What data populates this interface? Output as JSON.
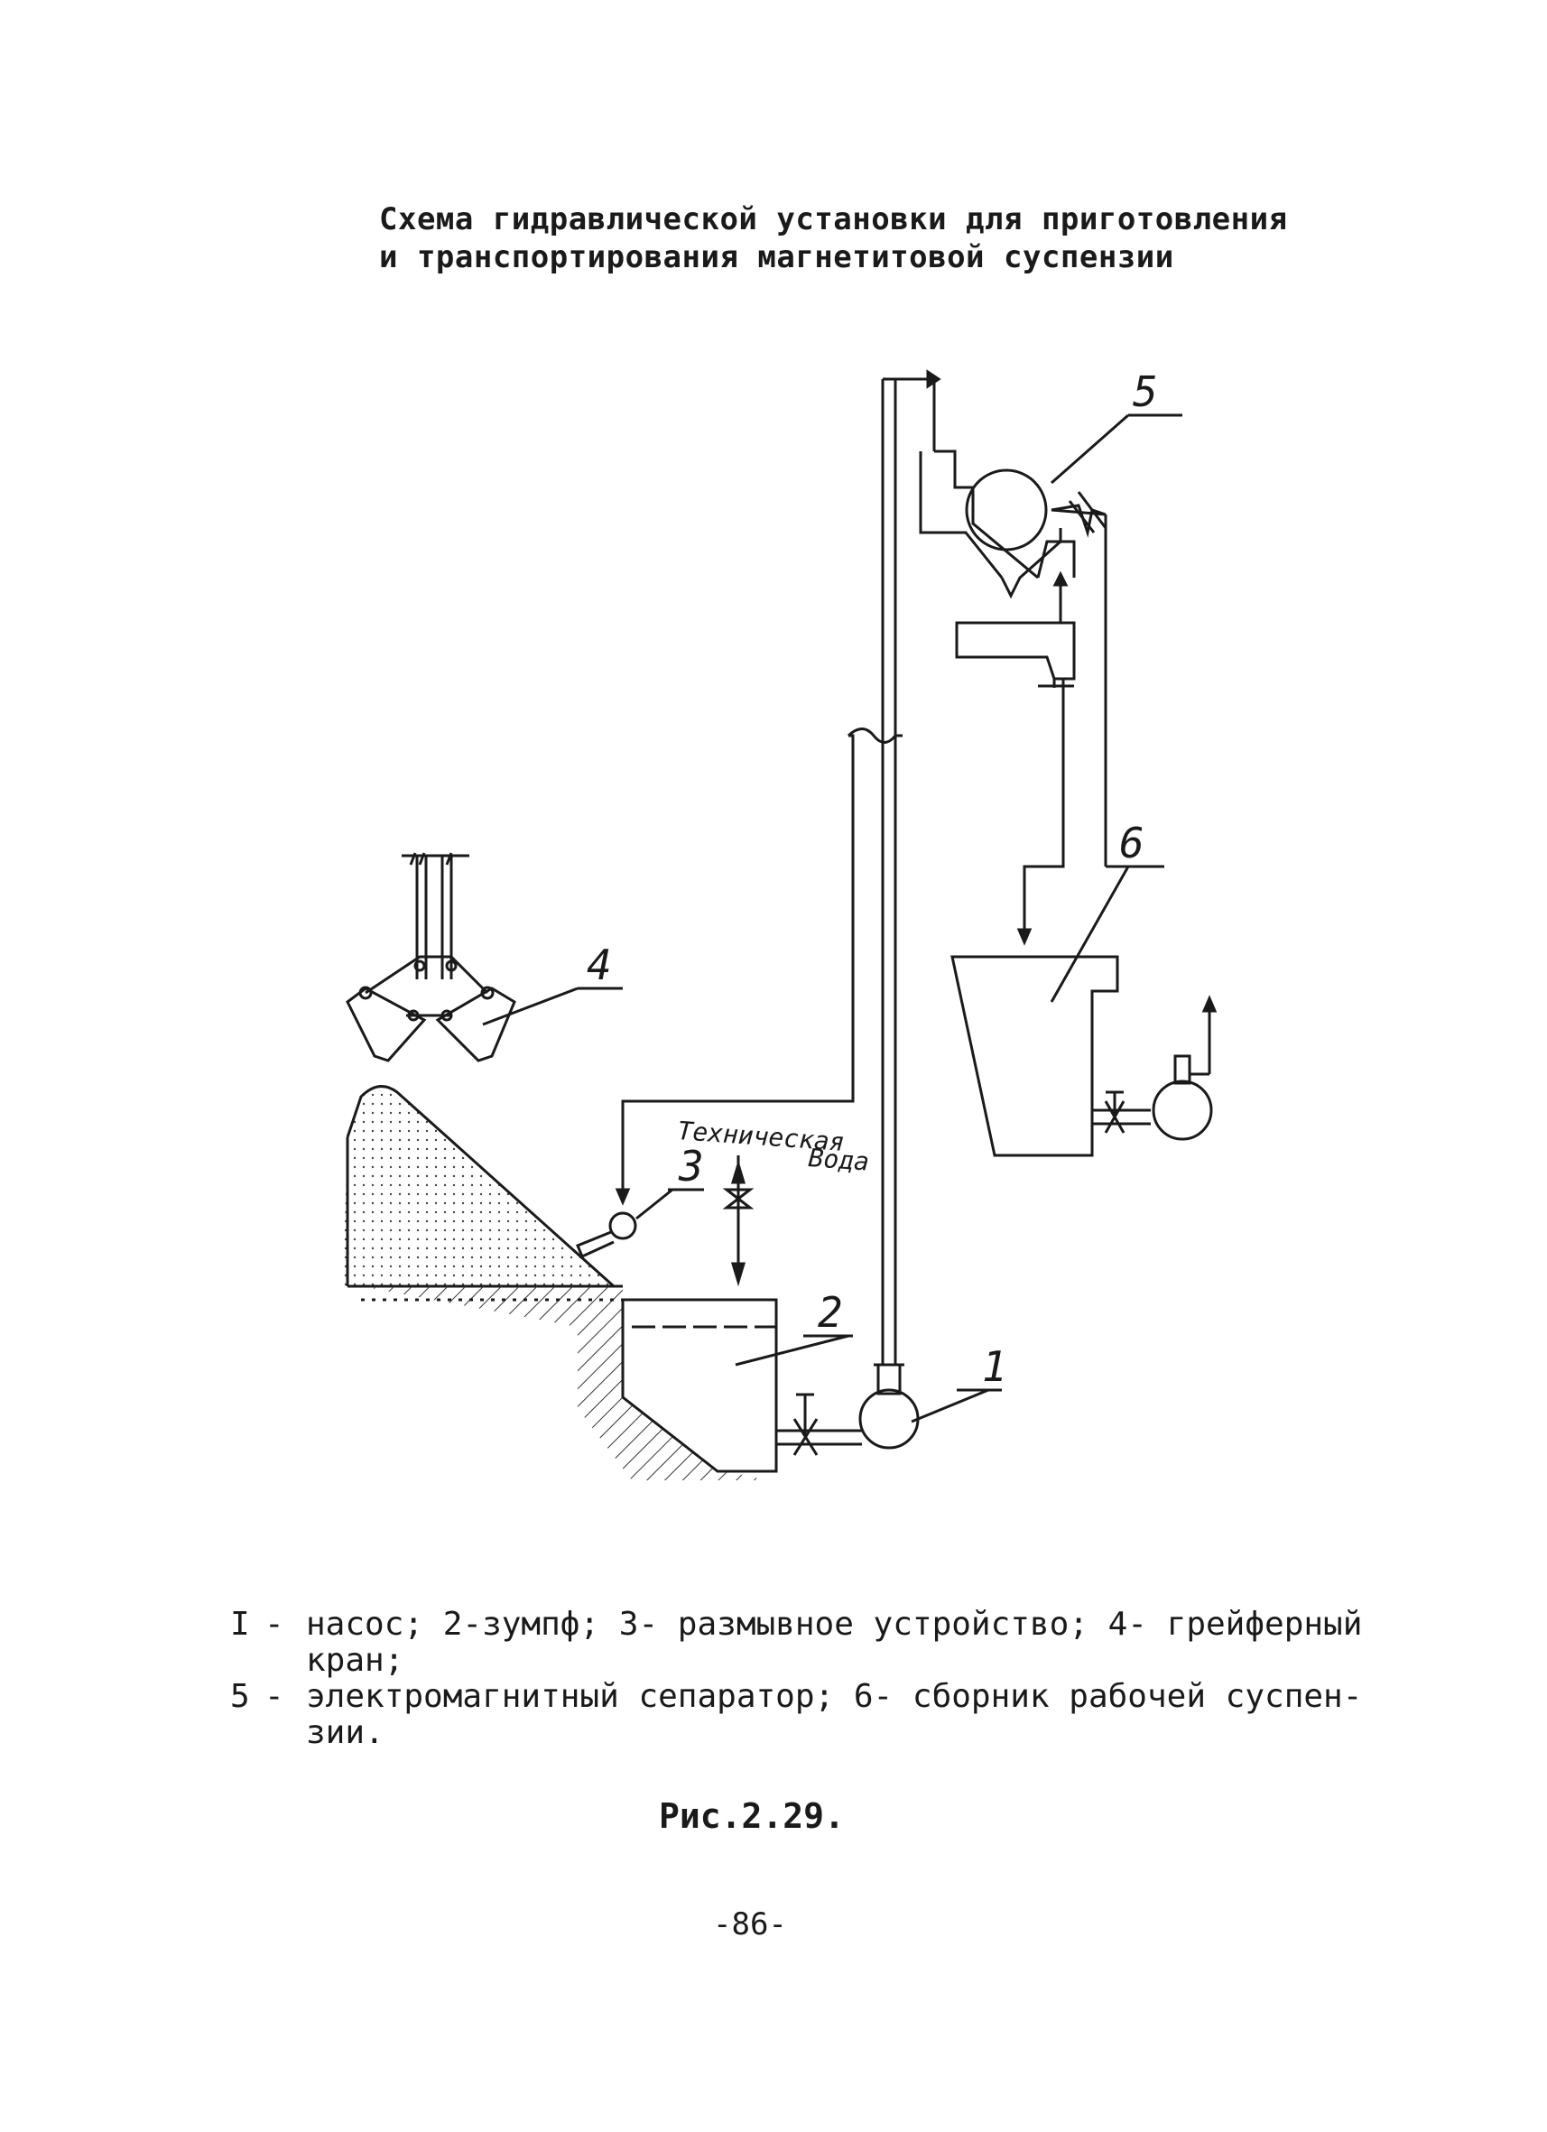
{
  "title": {
    "line1": "Схема гидравлической установки для приготовления",
    "line2": "и транспортирования магнетитовой суспензии"
  },
  "diagram": {
    "labels": [
      "1",
      "2",
      "3",
      "4",
      "5",
      "6"
    ],
    "water_label_line1": "Техническая",
    "water_label_line2": "Вода"
  },
  "legend": [
    {
      "num": "I",
      "text": "насос; 2-зумпф; 3- размывное устройство; 4- грейферный",
      "cont": "кран;"
    },
    {
      "num": "5",
      "text": "электромагнитный сепаратор; 6- сборник рабочей суспен-",
      "cont": "зии."
    }
  ],
  "caption": "Рис.2.29.",
  "page_number": "-86-"
}
